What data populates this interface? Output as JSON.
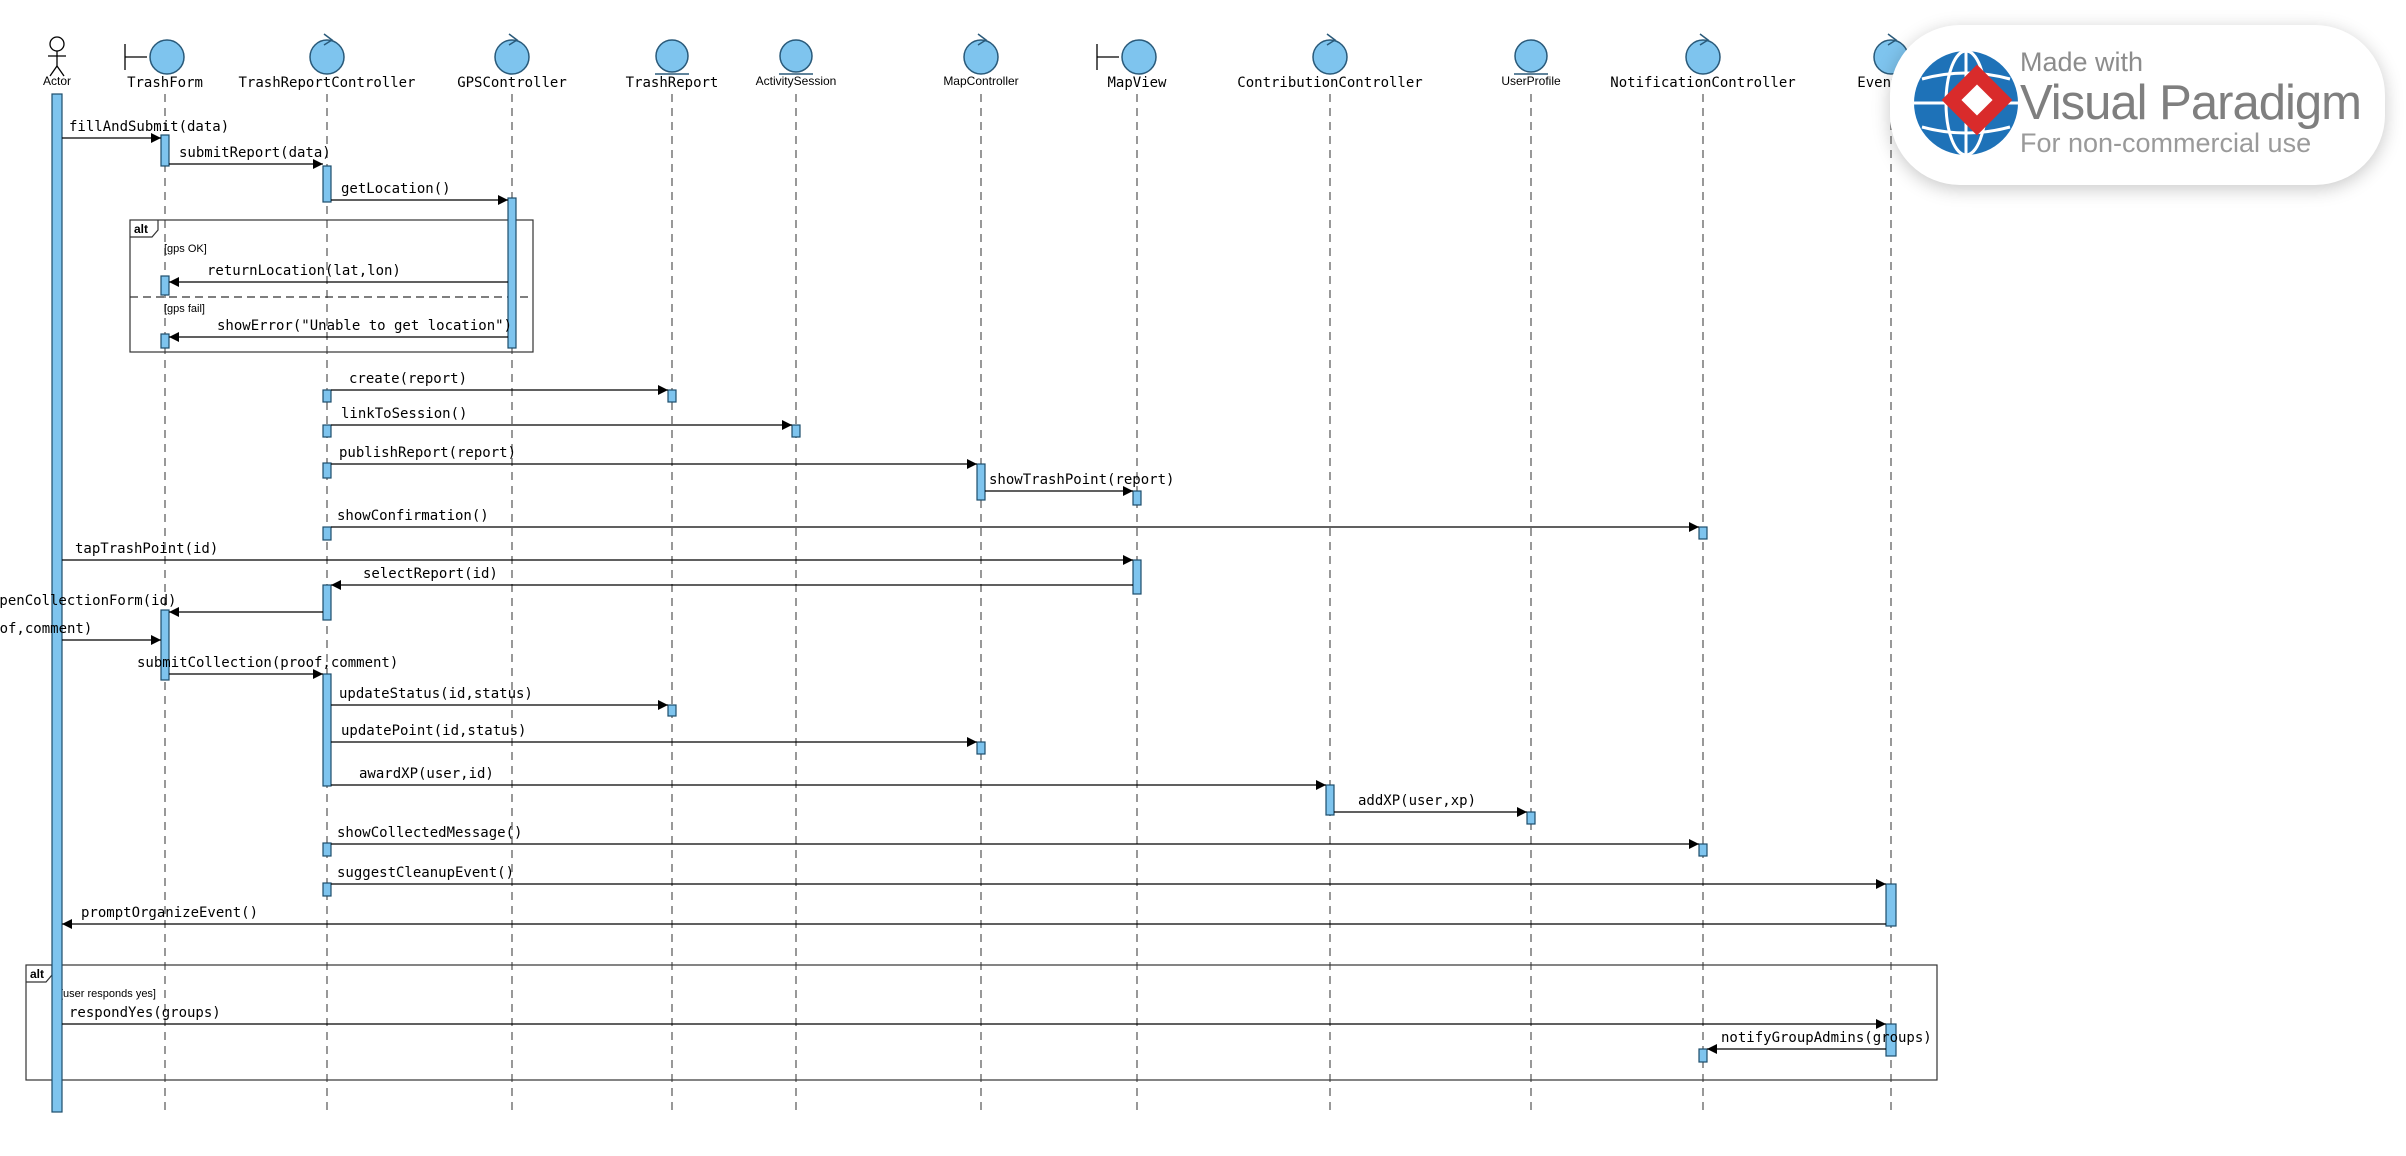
{
  "participants": [
    {
      "id": "actor",
      "label": "Actor",
      "kind": "actor",
      "small": true
    },
    {
      "id": "trashform",
      "label": "TrashForm",
      "kind": "boundary"
    },
    {
      "id": "trc",
      "label": "TrashReportController",
      "kind": "control"
    },
    {
      "id": "gps",
      "label": "GPSController",
      "kind": "control"
    },
    {
      "id": "report",
      "label": "TrashReport",
      "kind": "entity"
    },
    {
      "id": "session",
      "label": "ActivitySession",
      "kind": "entity",
      "small": true
    },
    {
      "id": "mapctl",
      "label": "MapController",
      "kind": "control",
      "small": true
    },
    {
      "id": "mapview",
      "label": "MapView",
      "kind": "boundary"
    },
    {
      "id": "contrib",
      "label": "ContributionController",
      "kind": "control"
    },
    {
      "id": "profile",
      "label": "UserProfile",
      "kind": "entity",
      "small": true
    },
    {
      "id": "notif",
      "label": "NotificationController",
      "kind": "control"
    },
    {
      "id": "event",
      "label": "EventCor",
      "kind": "control"
    }
  ],
  "messages": [
    {
      "from": "actor",
      "to": "trashform",
      "label": "fillAndSubmit(data)"
    },
    {
      "from": "trashform",
      "to": "trc",
      "label": "submitReport(data)"
    },
    {
      "from": "trc",
      "to": "gps",
      "label": "getLocation()"
    },
    {
      "from": "gps",
      "to": "trashform",
      "label": "returnLocation(lat,lon)"
    },
    {
      "from": "gps",
      "to": "trashform",
      "label": "showError(\"Unable to get location\")"
    },
    {
      "from": "trc",
      "to": "report",
      "label": "create(report)"
    },
    {
      "from": "trc",
      "to": "session",
      "label": "linkToSession()"
    },
    {
      "from": "trc",
      "to": "mapctl",
      "label": "publishReport(report)"
    },
    {
      "from": "mapctl",
      "to": "mapview",
      "label": "showTrashPoint(report)"
    },
    {
      "from": "trc",
      "to": "notif",
      "label": "showConfirmation()"
    },
    {
      "from": "actor",
      "to": "mapview",
      "label": "tapTrashPoint(id)"
    },
    {
      "from": "mapview",
      "to": "trc",
      "label": "selectReport(id)"
    },
    {
      "from": "trc",
      "to": "trashform",
      "label": "openCollectionForm(id)"
    },
    {
      "from": "actor",
      "to": "trashform",
      "label": "submitCollection(proof,comment)"
    },
    {
      "from": "trashform",
      "to": "trc",
      "label": "submitCollection(proof,comment)"
    },
    {
      "from": "trc",
      "to": "report",
      "label": "updateStatus(id,status)"
    },
    {
      "from": "trc",
      "to": "mapctl",
      "label": "updatePoint(id,status)"
    },
    {
      "from": "trc",
      "to": "contrib",
      "label": "awardXP(user,id)"
    },
    {
      "from": "contrib",
      "to": "profile",
      "label": "addXP(user,xp)"
    },
    {
      "from": "trc",
      "to": "notif",
      "label": "showCollectedMessage()"
    },
    {
      "from": "trc",
      "to": "event",
      "label": "suggestCleanupEvent()"
    },
    {
      "from": "event",
      "to": "actor",
      "label": "promptOrganizeEvent()"
    },
    {
      "from": "actor",
      "to": "event",
      "label": "respondYes(groups)"
    },
    {
      "from": "event",
      "to": "notif",
      "label": "notifyGroupAdmins(groups)"
    }
  ],
  "fragments": [
    {
      "tag": "alt",
      "guards": [
        "[gps OK]",
        "[gps fail]"
      ]
    },
    {
      "tag": "alt",
      "guards": [
        "[user responds yes]"
      ]
    }
  ],
  "watermark": {
    "made_with": "Made with",
    "brand": "Visual Paradigm",
    "note": "For non-commercial use"
  },
  "colors": {
    "activation": "#7ec4ee",
    "head": "#7ec4ee",
    "watermark_red": "#d92b2b",
    "watermark_blue": "#1e72b8"
  }
}
